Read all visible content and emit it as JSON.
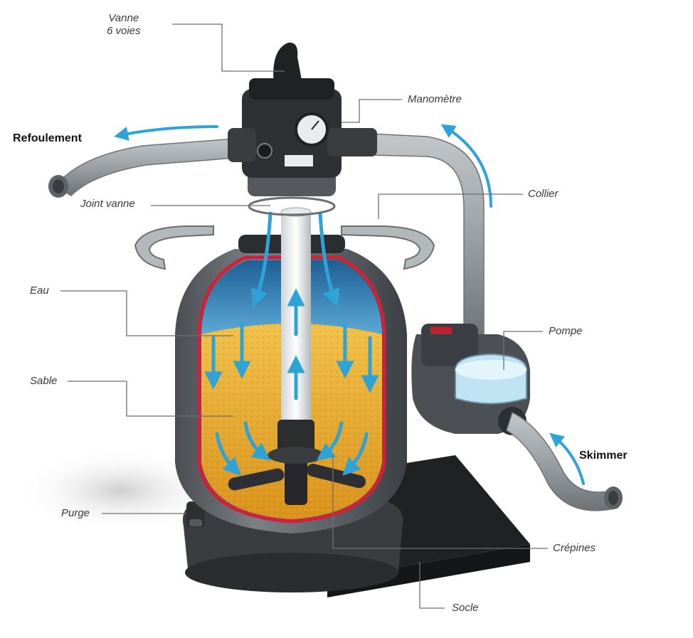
{
  "labels": {
    "vanne": "Vanne\n6 voies",
    "manometre": "Manomètre",
    "refoulement": "Refoulement",
    "joint_vanne": "Joint vanne",
    "collier": "Collier",
    "eau": "Eau",
    "pompe": "Pompe",
    "sable": "Sable",
    "skimmer": "Skimmer",
    "purge": "Purge",
    "crepines": "Crépines",
    "socle": "Socle"
  },
  "colors": {
    "water": "#3f8fc4",
    "sand": "#e8ad2a",
    "tank": "#5d6266",
    "inner_lining": "#d0203a",
    "flow_arrow": "#2ea3d8",
    "pipe": "#9ea3a7",
    "base": "#2c2e30"
  }
}
